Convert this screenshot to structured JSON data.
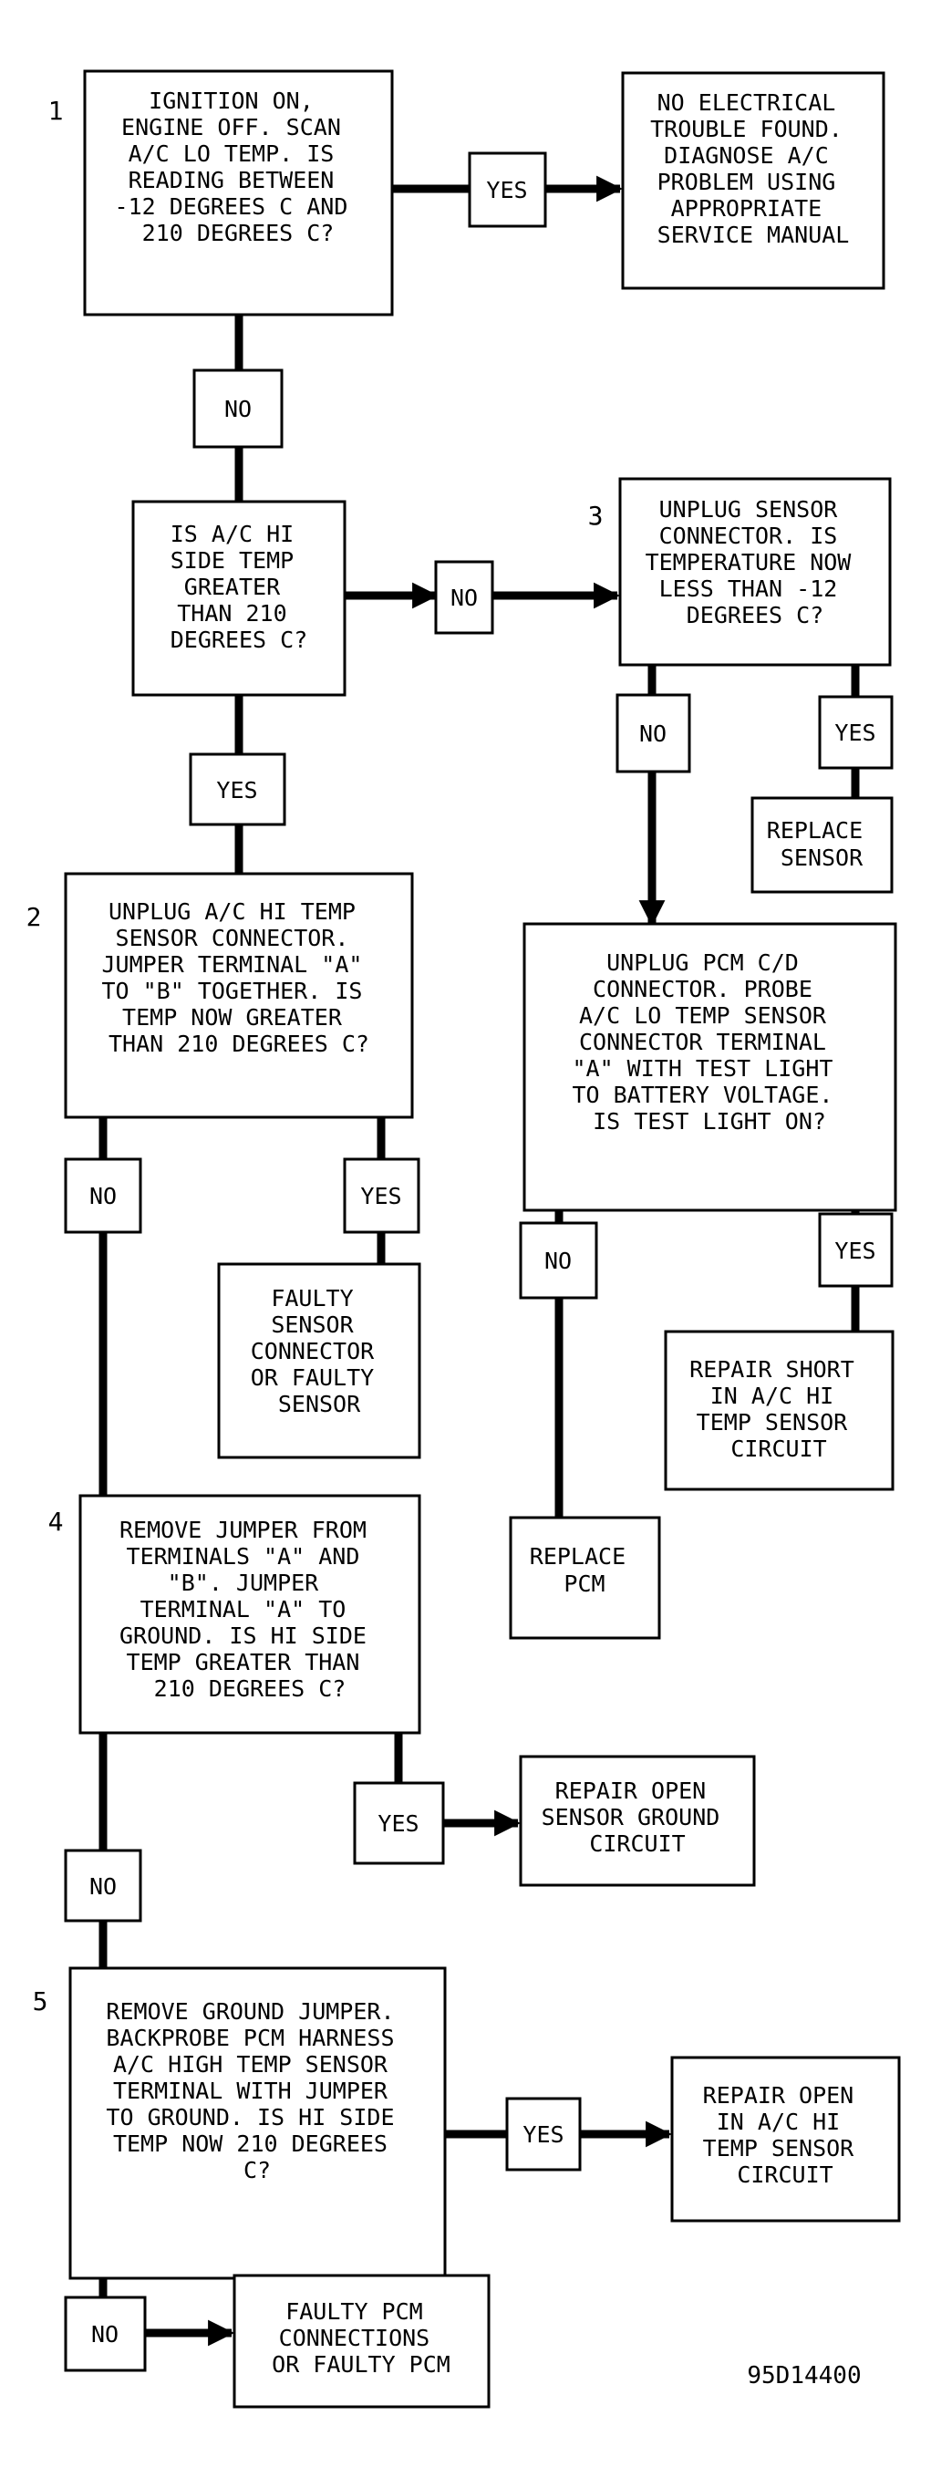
{
  "steps": {
    "s1": "1",
    "s2": "2",
    "s3": "3",
    "s4": "4",
    "s5": "5"
  },
  "boxes": {
    "q1": [
      "IGNITION ON,",
      "ENGINE OFF. SCAN",
      "A/C LO TEMP. IS",
      "READING BETWEEN",
      "-12 DEGREES C AND",
      "210 DEGREES C?"
    ],
    "no_trouble": [
      "NO ELECTRICAL",
      "TROUBLE FOUND.",
      "DIAGNOSE A/C",
      "PROBLEM USING",
      "APPROPRIATE",
      "SERVICE MANUAL"
    ],
    "q_hi_side": [
      "IS A/C HI",
      "SIDE TEMP",
      "GREATER",
      "THAN 210",
      "DEGREES C?"
    ],
    "q3": [
      "UNPLUG SENSOR",
      "CONNECTOR. IS",
      "TEMPERATURE NOW",
      "LESS THAN -12",
      "DEGREES C?"
    ],
    "replace_sensor": [
      "REPLACE",
      "SENSOR"
    ],
    "q2": [
      "UNPLUG A/C HI TEMP",
      "SENSOR CONNECTOR.",
      "JUMPER TERMINAL \"A\"",
      "TO \"B\" TOGETHER. IS",
      "TEMP NOW GREATER",
      "THAN 210 DEGREES C?"
    ],
    "q_pcm": [
      "UNPLUG PCM C/D",
      "CONNECTOR. PROBE",
      "A/C LO TEMP SENSOR",
      "CONNECTOR TERMINAL",
      "\"A\" WITH TEST LIGHT",
      "TO BATTERY VOLTAGE.",
      "IS TEST LIGHT ON?"
    ],
    "faulty_sensor": [
      "FAULTY",
      "SENSOR",
      "CONNECTOR",
      "OR FAULTY",
      "SENSOR"
    ],
    "repair_short": [
      "REPAIR SHORT",
      "IN A/C HI",
      "TEMP SENSOR",
      "CIRCUIT"
    ],
    "replace_pcm": [
      "REPLACE",
      "PCM"
    ],
    "q4": [
      "REMOVE JUMPER FROM",
      "TERMINALS \"A\" AND",
      "\"B\". JUMPER",
      "TERMINAL \"A\" TO",
      "GROUND. IS HI SIDE",
      "TEMP GREATER THAN",
      "210 DEGREES C?"
    ],
    "repair_open_ground": [
      "REPAIR OPEN",
      "SENSOR GROUND",
      "CIRCUIT"
    ],
    "q5": [
      "REMOVE GROUND JUMPER.",
      "BACKPROBE PCM HARNESS",
      "A/C HIGH TEMP SENSOR",
      "TERMINAL WITH JUMPER",
      "TO GROUND. IS HI SIDE",
      "TEMP NOW 210 DEGREES",
      "C?"
    ],
    "repair_open_hi": [
      "REPAIR OPEN",
      "IN A/C HI",
      "TEMP SENSOR",
      "CIRCUIT"
    ],
    "faulty_pcm": [
      "FAULTY PCM",
      "CONNECTIONS",
      "OR FAULTY PCM"
    ]
  },
  "answers": {
    "yes": "YES",
    "no": "NO"
  },
  "figure_code": "95D14400"
}
